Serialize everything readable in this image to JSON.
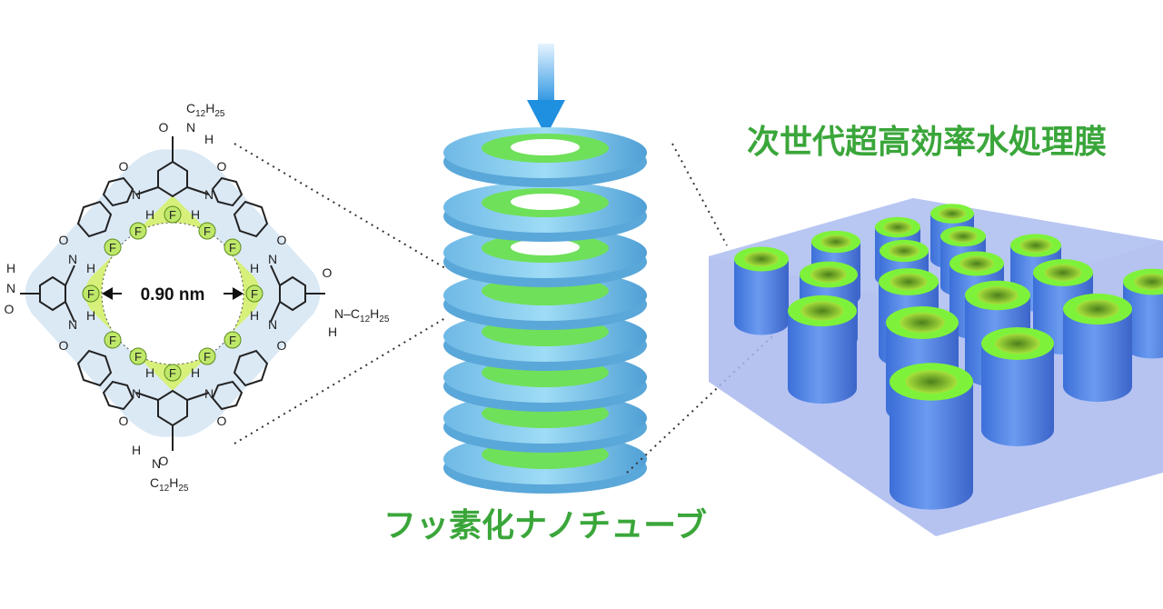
{
  "molecule": {
    "pore_label": "0.90 nm",
    "fluorine": "F",
    "hydrogen": "H",
    "nitrogen": "N",
    "oxygen": "O",
    "alkyl_main": "C",
    "alkyl_sub": "12",
    "alkyl_h": "H",
    "alkyl_h_sub": "25",
    "alkyl_n_prefix": "N–C",
    "alkyl_right_sub": "12",
    "alkyl_right_h": "H",
    "alkyl_right_h_sub": "25"
  },
  "labels": {
    "nanotube": "フッ素化ナノチューブ",
    "membrane": "次世代超高効率水処理膜"
  },
  "colors": {
    "membrane_bg": "#dbe9f5",
    "fluoro_ring": "#d6f07a",
    "label_green": "#3aa63a",
    "tube_blue": "#4a87e6",
    "tube_rim": "#7ef23a",
    "arrow_blue": "#1f8fe0"
  }
}
